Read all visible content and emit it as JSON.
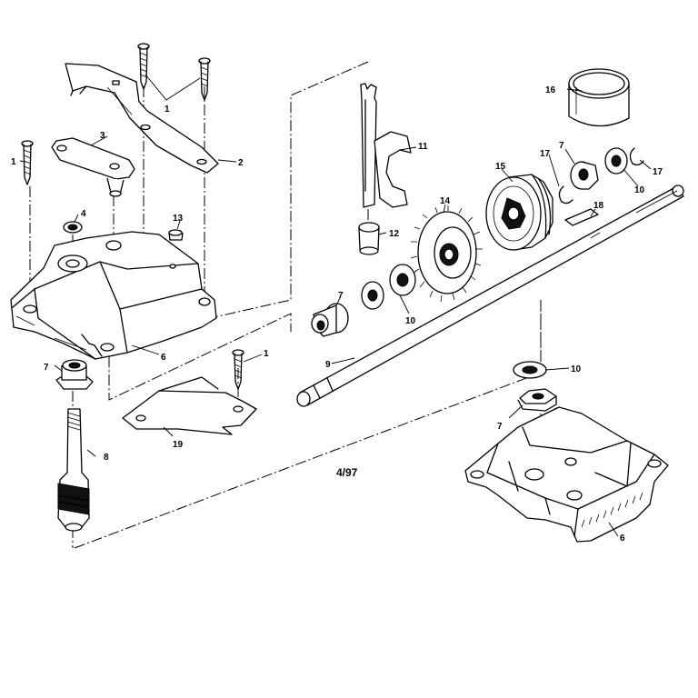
{
  "diagram": {
    "code": "4/97",
    "callouts": {
      "screw_top": "1",
      "screw_left": "1",
      "screw_bottom": "1",
      "bracket": "2",
      "shift_lever": "3",
      "washer_small": "4",
      "housing_upper": "6",
      "housing_lower": "6",
      "bearing_a": "7",
      "bearing_b": "7",
      "bearing_c": "7",
      "bearing_d": "7",
      "worm_shaft": "8",
      "axle": "9",
      "washer_a": "10",
      "washer_b": "10",
      "washer_c": "10",
      "shift_fork": "11",
      "fork_bushing": "12",
      "plug": "13",
      "gear": "14",
      "clutch_cone": "15",
      "sleeve": "16",
      "ring_a": "17",
      "ring_b": "17",
      "key": "18",
      "plate": "19"
    }
  }
}
